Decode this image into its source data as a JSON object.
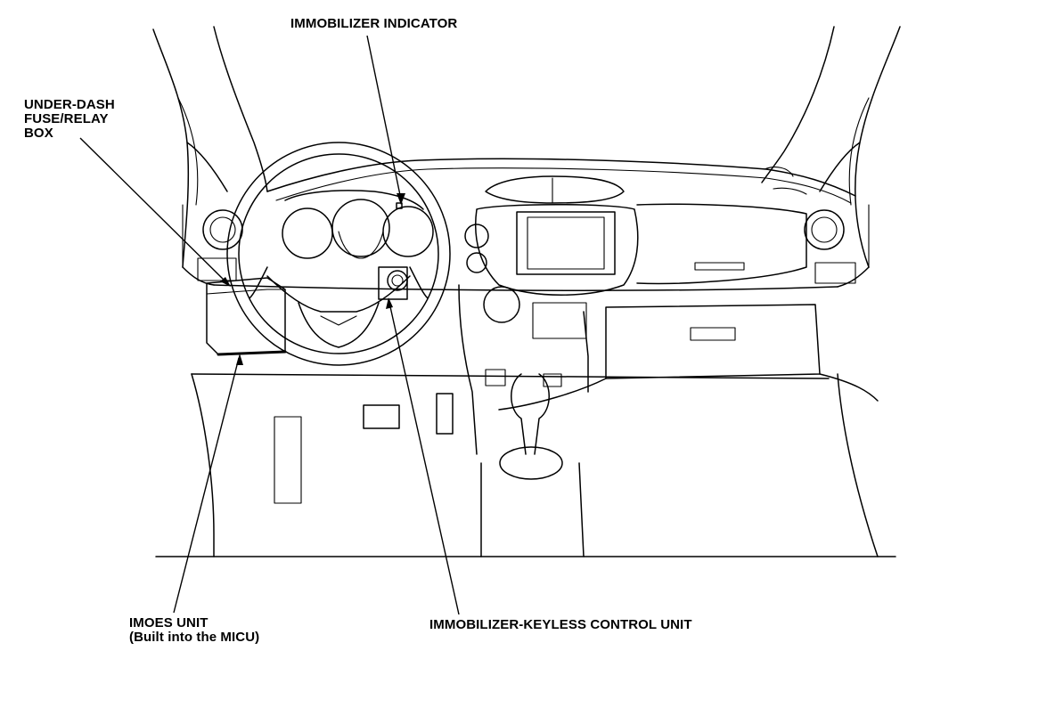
{
  "callouts": {
    "immobilizer_indicator": "IMMOBILIZER INDICATOR",
    "fuse_relay_box": [
      "UNDER-DASH",
      "FUSE/RELAY",
      "BOX"
    ],
    "imoes_unit": [
      "IMOES UNIT",
      "(Built into the MICU)"
    ],
    "keyless_control_unit": "IMMOBILIZER-KEYLESS CONTROL UNIT"
  },
  "colors": {
    "line": "#000000",
    "background": "#ffffff"
  }
}
